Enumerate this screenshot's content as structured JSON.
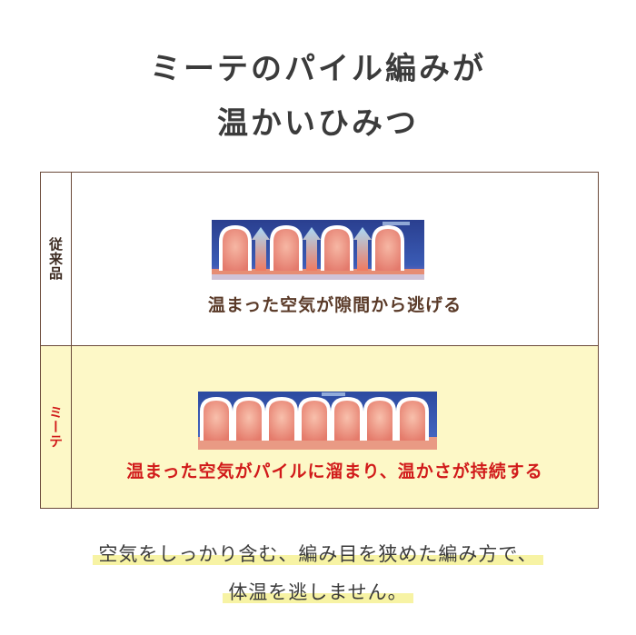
{
  "heading": {
    "line1": "ミーテのパイル編みが",
    "line2": "温かいひみつ"
  },
  "comparison": {
    "conventional": {
      "label": "従来品",
      "caption": "温まった空気が隙間から逃げる"
    },
    "mite": {
      "label": "ミーテ",
      "caption": "温まった空気がパイルに溜まり、温かさが持続する"
    }
  },
  "footer": {
    "line1": "空気をしっかり含む、編み目を狭めた編み方で、",
    "line2": "体温を逃しません。"
  },
  "colors": {
    "heading_text": "#3b3b3b",
    "border": "#6b4a3a",
    "mite_row_bg": "#fdf8c7",
    "mite_accent": "#d11a1a",
    "highlight": "#f7f3a4"
  }
}
